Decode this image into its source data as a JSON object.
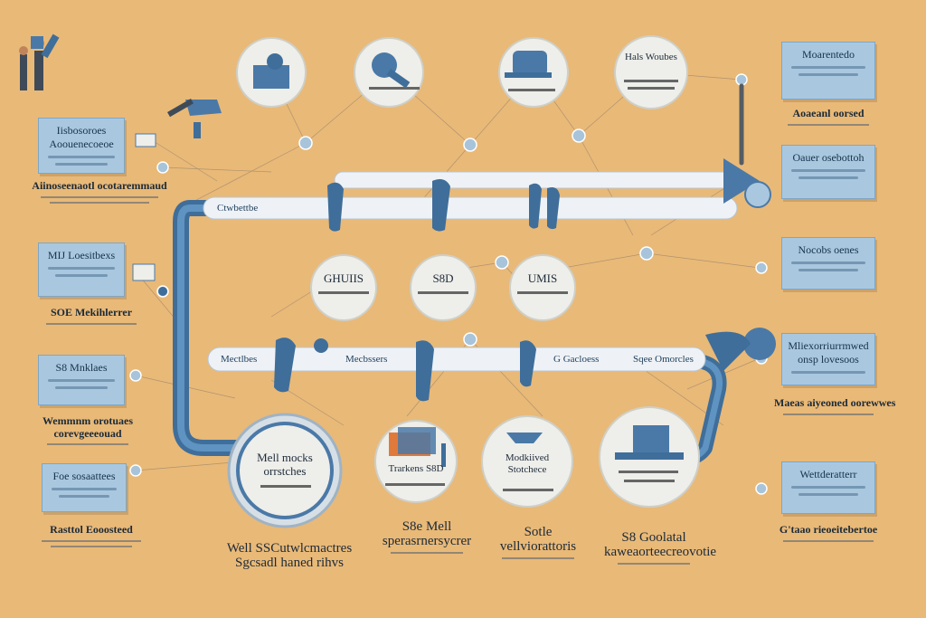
{
  "colors": {
    "background": "#e9b978",
    "pipe": "#4a79a7",
    "pipe_light": "#eef2f6",
    "box": "#a9c8df",
    "node": "#eeeeea"
  },
  "top_nodes": [
    "",
    "",
    "",
    "Hals Woubes"
  ],
  "mid_nodes": [
    "GHUIIS",
    "S8D",
    "UMIS"
  ],
  "bottom_nodes": [
    "Mell mocks orrstches",
    "Trarkens S8D",
    "Modkiived Stotchece",
    ""
  ],
  "pipe_labels": {
    "upper": "Ctwbettbe",
    "lower_1": "Mectlbes",
    "lower_2": "Mecbssers",
    "lower_3": "G Gacloess",
    "lower_4": "Sqee Omorcles"
  },
  "left_boxes": [
    "Iisbosoroes Aoouenecoeoe",
    "MIJ Loesitbexs",
    "S8 Mnklaes",
    "Foe sosaattees"
  ],
  "left_captions": [
    "Aiinoseenaotl ocotaremmaud",
    "SOE Mekihlerrer",
    "Wemmnm orotuaes corevgeeeouad",
    "Rasttol Eooosteed"
  ],
  "right_boxes": [
    "Moarentedo",
    "Oauer osebottoh",
    "Nocobs oenes",
    "Mliexorriurrmwed onsp lovesoos",
    "Wettderatterr"
  ],
  "right_captions": [
    "Aoaeanl oorsed",
    "Maeas aiyeoned oorewwes",
    "G'taao rieoeitebertoe"
  ],
  "bottom_captions": [
    "Well SSCutwlcmactres Sgcsadl haned rihvs",
    "S8e Mell sperasrnersycrer",
    "Sotle vellviorattoris",
    "S8 Goolatal kaweaorteecreovotie"
  ]
}
